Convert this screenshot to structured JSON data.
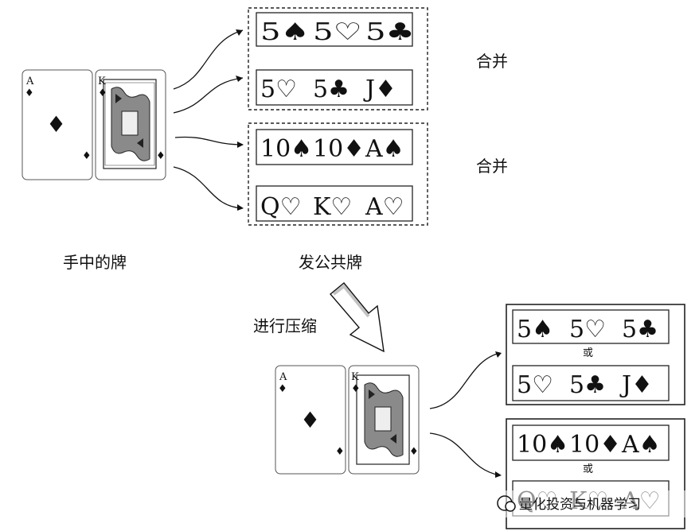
{
  "labels": {
    "hand_cards": "手中的牌",
    "community_cards": "发公共牌",
    "merge_1": "合并",
    "merge_2": "合并",
    "compress": "进行压缩",
    "or_1": "或",
    "or_2": "或"
  },
  "hand": {
    "card1": {
      "rank": "A",
      "suit": "♦"
    },
    "card2": {
      "rank": "K",
      "suit": "♦"
    }
  },
  "hand_bottom": {
    "card1": {
      "rank": "A",
      "suit": "♦"
    },
    "card2": {
      "rank": "K",
      "suit": "♦"
    }
  },
  "top_boards": [
    {
      "cards": [
        "5♠",
        "5♡",
        "5♣"
      ]
    },
    {
      "cards": [
        "5♡",
        "5♣",
        "J♦"
      ]
    },
    {
      "cards": [
        "10♠",
        "10♦",
        "A♠"
      ]
    },
    {
      "cards": [
        "Q♡",
        "K♡",
        "A♡"
      ]
    }
  ],
  "bottom_boards": [
    {
      "cards": [
        "5♠",
        "5♡",
        "5♣"
      ]
    },
    {
      "cards": [
        "5♡",
        "5♣",
        "J♦"
      ]
    },
    {
      "cards": [
        "10♠",
        "10♦",
        "A♠"
      ]
    },
    {
      "cards": [
        "Q♡",
        "K♡",
        "A♡"
      ]
    }
  ],
  "watermark": "量化投资与机器学习"
}
